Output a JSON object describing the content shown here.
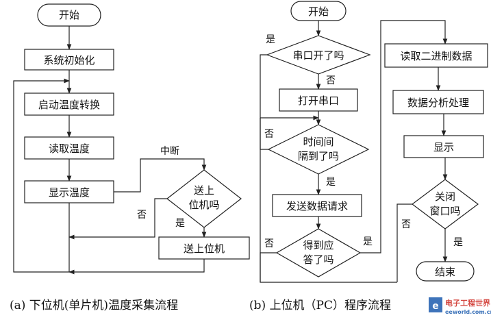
{
  "left": {
    "start": "开始",
    "init": "系统初始化",
    "start_conv": "启动温度转换",
    "read_temp": "读取温度",
    "show_temp": "显示温度",
    "interrupt": "中断",
    "send_q_line1": "送上",
    "send_q_line2": "位机吗",
    "no": "否",
    "yes": "是",
    "send_up": "送上位机"
  },
  "right": {
    "start": "开始",
    "port_q": "串口开了吗",
    "yes_port": "是",
    "no_port": "否",
    "open_port": "打开串口",
    "interval_q_line1": "时间间",
    "interval_q_line2": "隔到了吗",
    "no_interval": "否",
    "yes_interval": "是",
    "send_req": "发送数据请求",
    "reply_q_line1": "得到应",
    "reply_q_line2": "答了吗",
    "no_reply": "否",
    "yes_reply": "是",
    "read_bin": "读取二进制数据",
    "analyze": "数据分析处理",
    "display": "显示",
    "close_q_line1": "关闭",
    "close_q_line2": "窗口吗",
    "no_close": "否",
    "yes_close": "是",
    "end": "结束"
  },
  "captions": {
    "a": "(a)  下位机(单片机)温度采集流程",
    "b": "(b)  上位机（PC）程序流程"
  },
  "watermark": {
    "brand": "电子工程世界",
    "url": "eeworld.com.cn"
  }
}
